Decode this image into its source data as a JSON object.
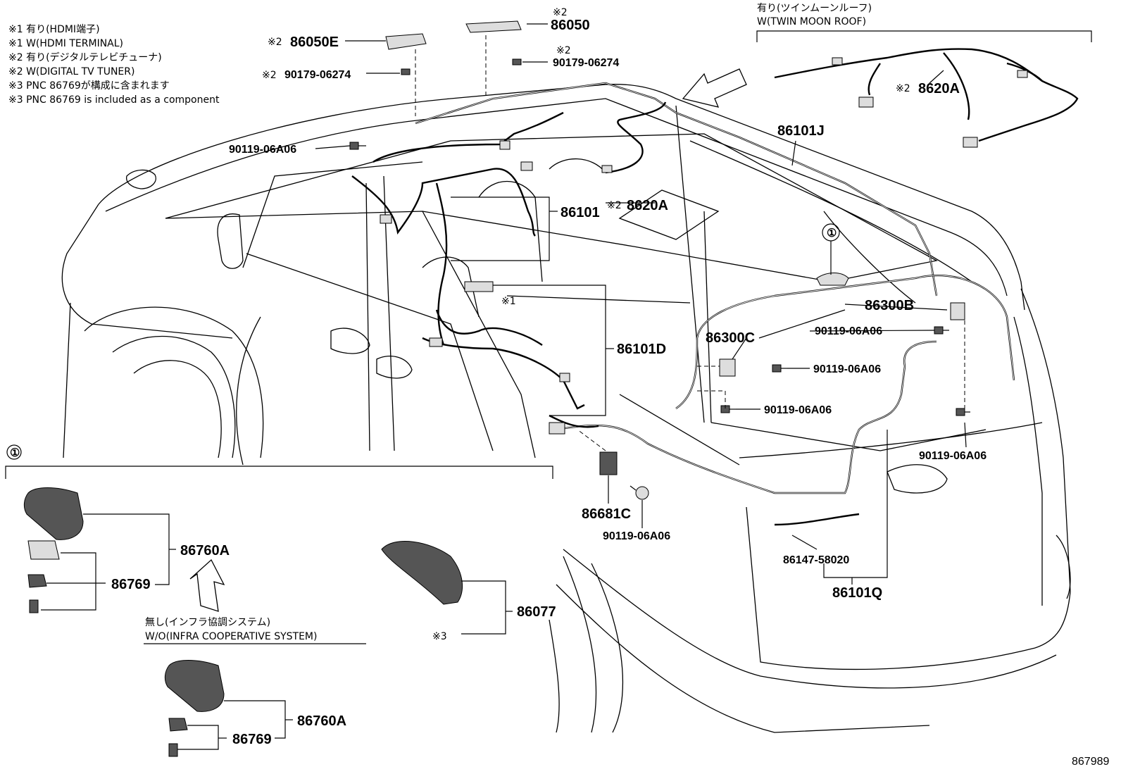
{
  "notes": [
    "※1 有り(HDMI端子)",
    "※1 W(HDMI TERMINAL)",
    "※2 有り(デジタルテレビチューナ)",
    "※2 W(DIGITAL TV TUNER)",
    "※3 PNC 86769が構成に含まれます",
    "※3 PNC 86769 is included as a component"
  ],
  "twin_moon_roof": {
    "jp": "有り(ツインムーンルーフ)",
    "en": "W(TWIN MOON ROOF)"
  },
  "infra": {
    "jp": "無し(インフラ協調システム)",
    "en": "W/O(INFRA COOPERATIVE SYSTEM)"
  },
  "callout_one": "①",
  "parts": {
    "p86050E": "86050E",
    "p86050": "86050",
    "bolt_90179_a": "90179-06274",
    "bolt_90179_b": "90179-06274",
    "p8620A_roof": "8620A",
    "p8620A": "8620A",
    "p86101J": "86101J",
    "p86101": "86101",
    "p86101D": "86101D",
    "p86300B": "86300B",
    "p86300C": "86300C",
    "bolt_06A06_1": "90119-06A06",
    "bolt_06A06_2": "90119-06A06",
    "bolt_06A06_3": "90119-06A06",
    "bolt_06A06_4": "90119-06A06",
    "bolt_06A06_5": "90119-06A06",
    "bolt_06A06_6": "90119-06A06",
    "p86681C": "86681C",
    "p86147": "86147-58020",
    "p86101Q": "86101Q",
    "p86760A_1": "86760A",
    "p86769_1": "86769",
    "p86077": "86077",
    "p86760A_2": "86760A",
    "p86769_2": "86769"
  },
  "marks": {
    "m2": "※2",
    "m1": "※1",
    "m3": "※3"
  },
  "figure_id": "867989"
}
